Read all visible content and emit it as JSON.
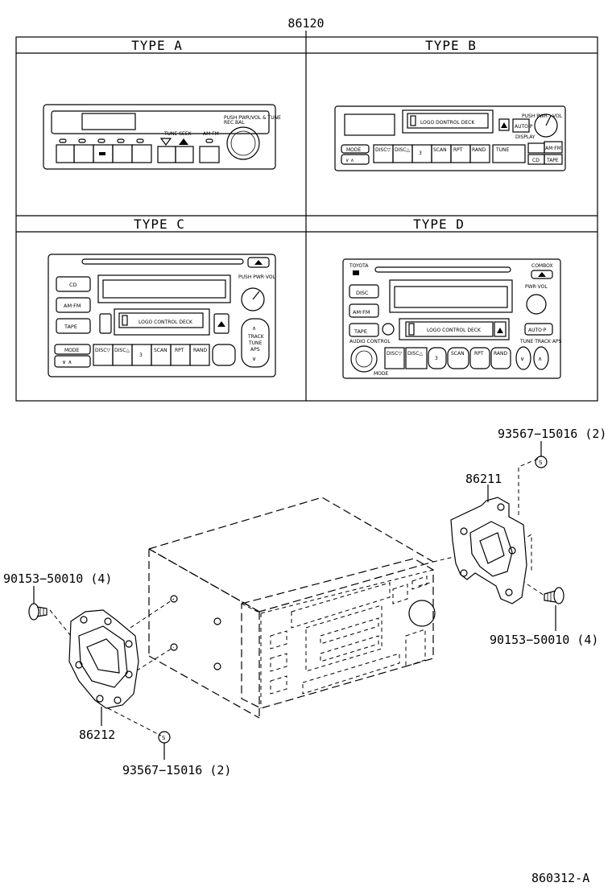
{
  "main_part": "86120",
  "diagram_code": "860312-A",
  "types": {
    "a": {
      "label": "TYPE A",
      "knob": "PUSH PWR/VOL & TUNE",
      "knob2": "REC BAL",
      "tune": "TUNE SEEK",
      "amfm": "AM·FM"
    },
    "b": {
      "label": "TYPE B",
      "deck": "LOGO DONTROL DECK",
      "pwr": "PUSH PWR",
      "vol": "VOL",
      "display": "DISPLAY",
      "auto": "AUTO·P",
      "mode": "MODE",
      "tune": "TUNE",
      "amfm": "AM·FM",
      "cd": "CD",
      "tape": "TAPE",
      "buttons": [
        "DISC▽",
        "DISC△",
        "3",
        "SCAN",
        "RPT",
        "RAND"
      ]
    },
    "c": {
      "label": "TYPE C",
      "deck": "LOGO CONTROL DECK",
      "pwr": "PUSH PWR·VOL",
      "cd": "CD",
      "amfm": "AM·FM",
      "tape": "TAPE",
      "mode": "MODE",
      "track": "TRACK",
      "tune": "TUNE",
      "aps": "APS",
      "buttons": [
        "DISC▽",
        "DISC△",
        "3",
        "SCAN",
        "RPT",
        "RAND"
      ]
    },
    "d": {
      "label": "TYPE D",
      "brand": "TOYOTA",
      "brand2": "COMBOX",
      "deck": "LOGO CONTROL DECK",
      "pwr": "PWR·VOL",
      "disc": "DISC",
      "amfm": "AM·FM",
      "tape": "TAPE",
      "auto": "AUTO·P",
      "track": "TUNE·TRACK·APS",
      "audio": "AUDIO CONTROL",
      "mode": "MODE",
      "buttons": [
        "DISC▽",
        "DISC△",
        "3",
        "SCAN",
        "RPT",
        "RAND"
      ]
    }
  },
  "parts": {
    "bracket_right": "86211",
    "bracket_left": "86212",
    "screw_top_right": "93567−15016 (2)",
    "screw_bottom_left": "93567−15016 (2)",
    "bolt_left": "90153−50010 (4)",
    "bolt_right": "90153−50010 (4)"
  }
}
